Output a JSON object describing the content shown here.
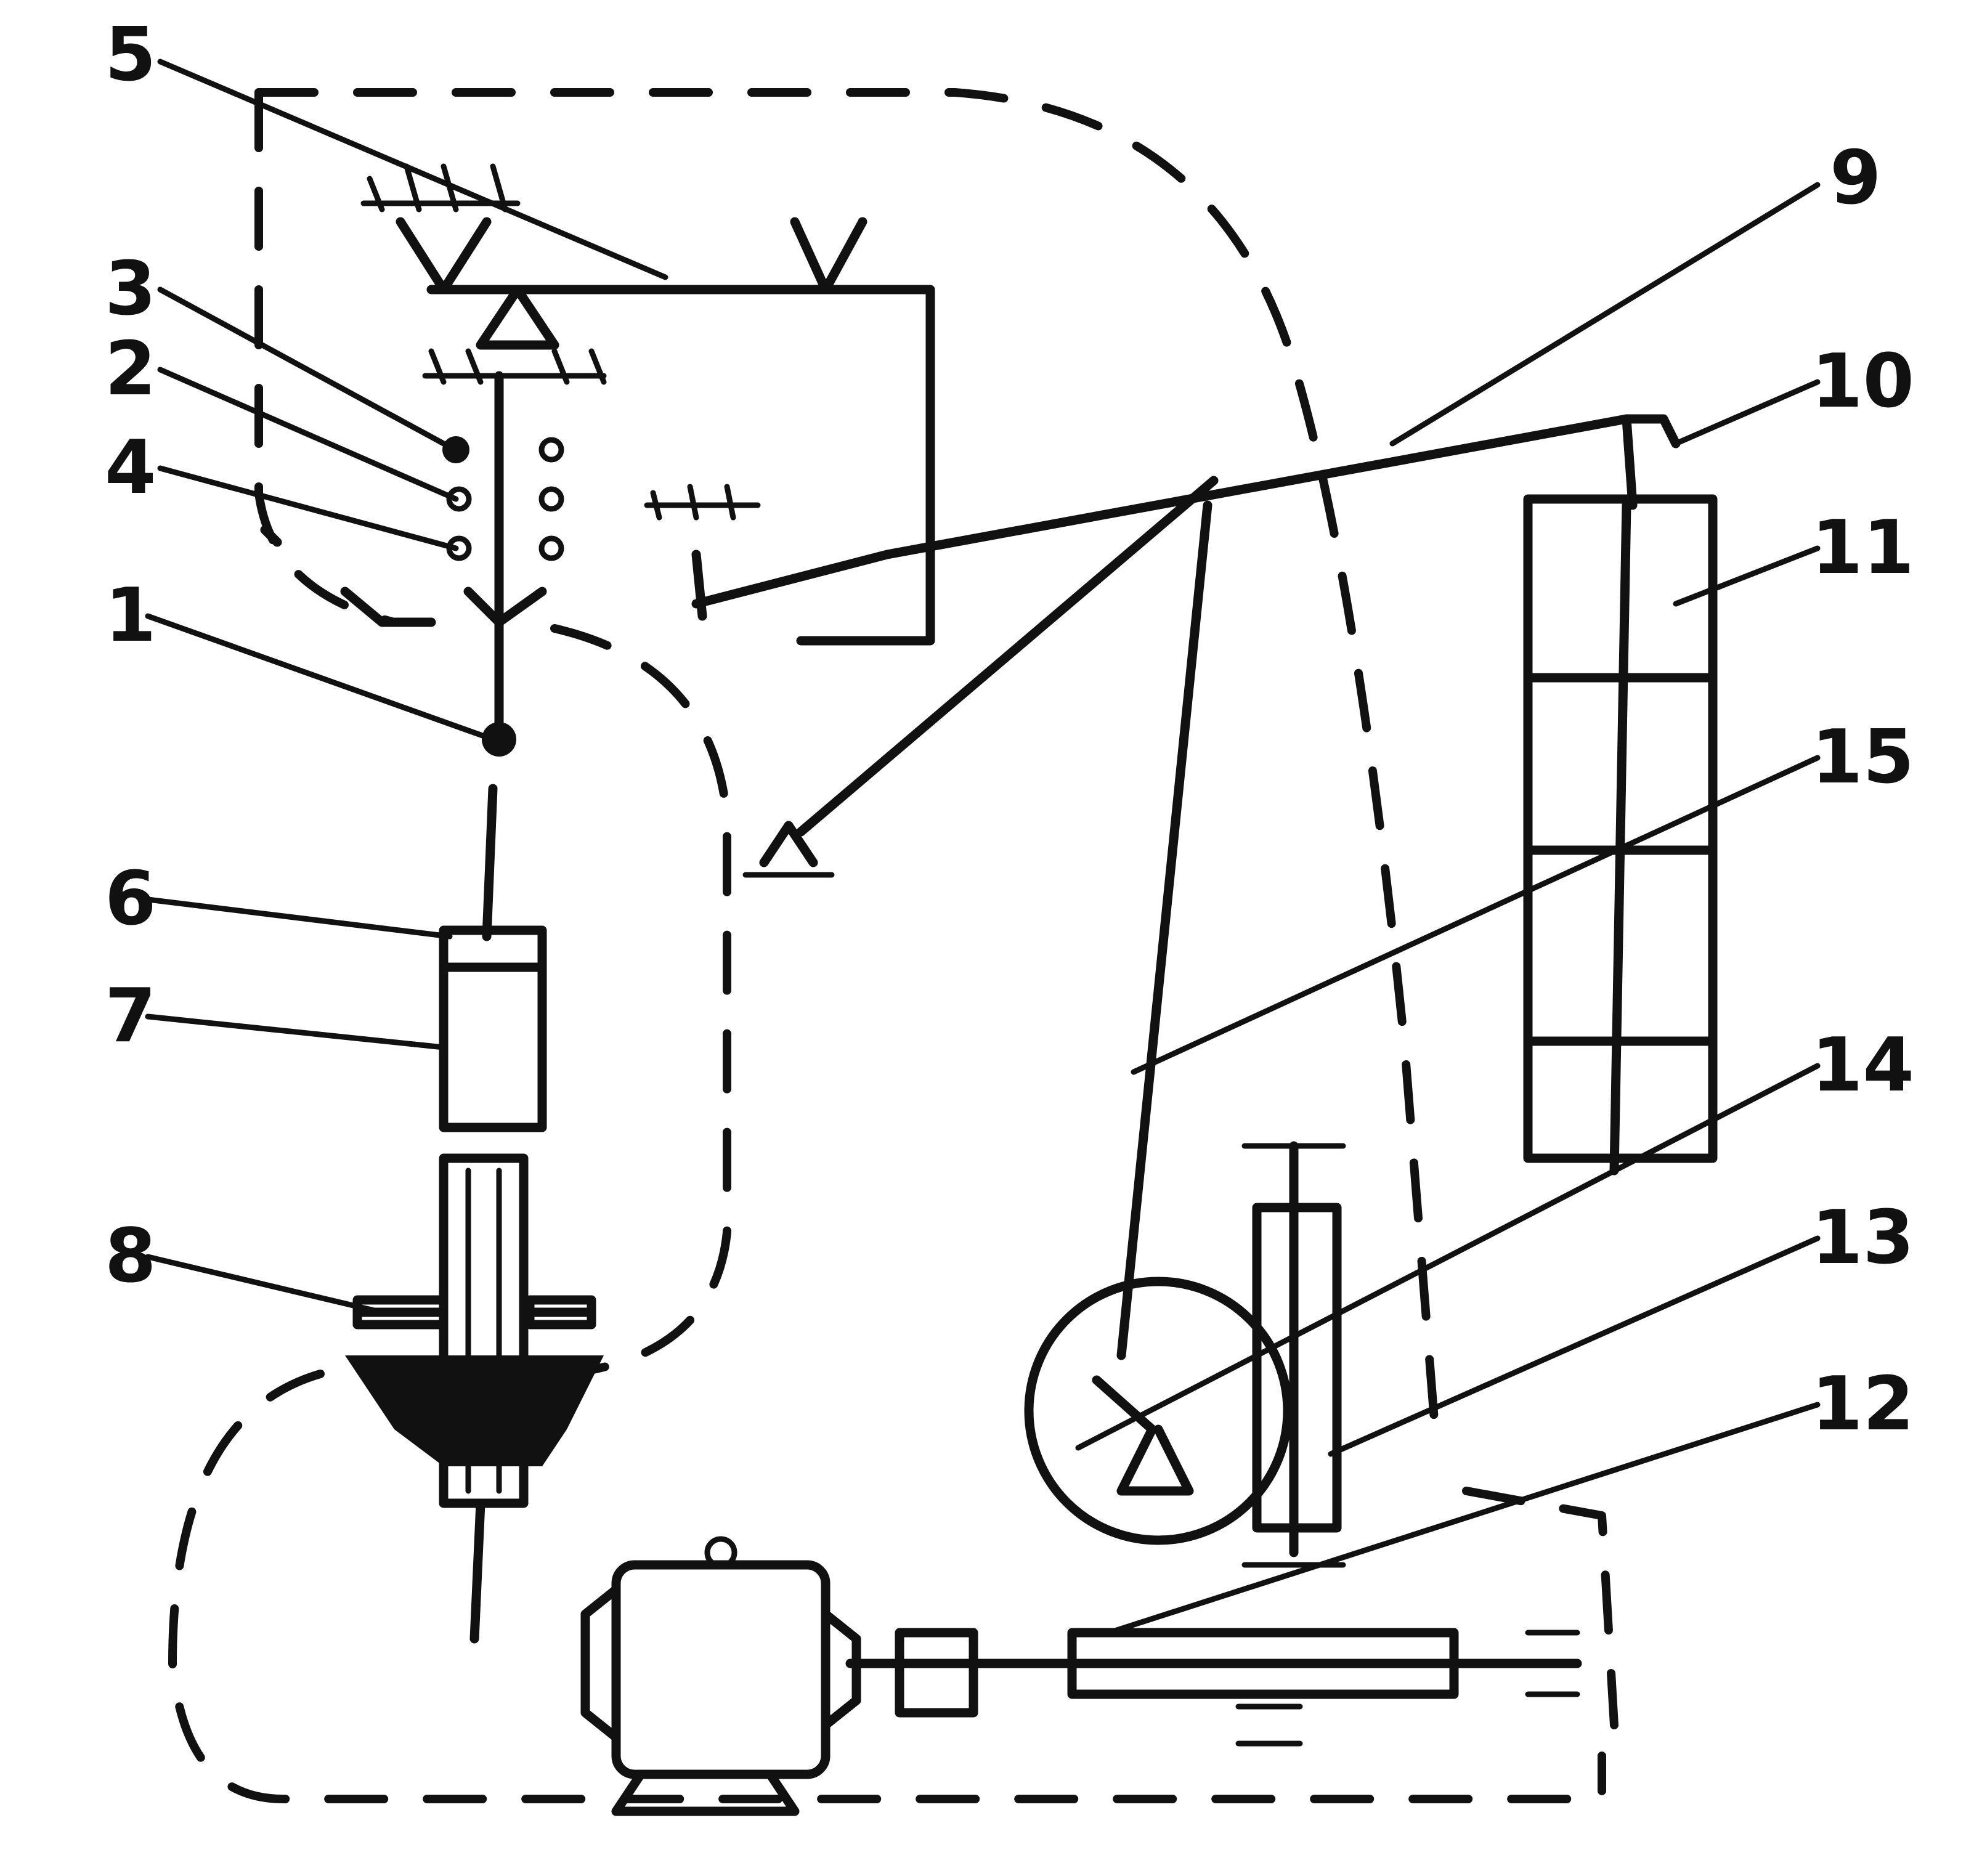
{
  "labels": {
    "l1": "1",
    "l2": "2",
    "l3": "3",
    "l4": "4",
    "l5": "5",
    "l6": "6",
    "l7": "7",
    "l8": "8",
    "l9": "9",
    "l10": "10",
    "l11": "11",
    "l12": "12",
    "l13": "13",
    "l14": "14",
    "l15": "15"
  },
  "colors": {
    "ink": "#111111",
    "paper": "#ffffff"
  }
}
